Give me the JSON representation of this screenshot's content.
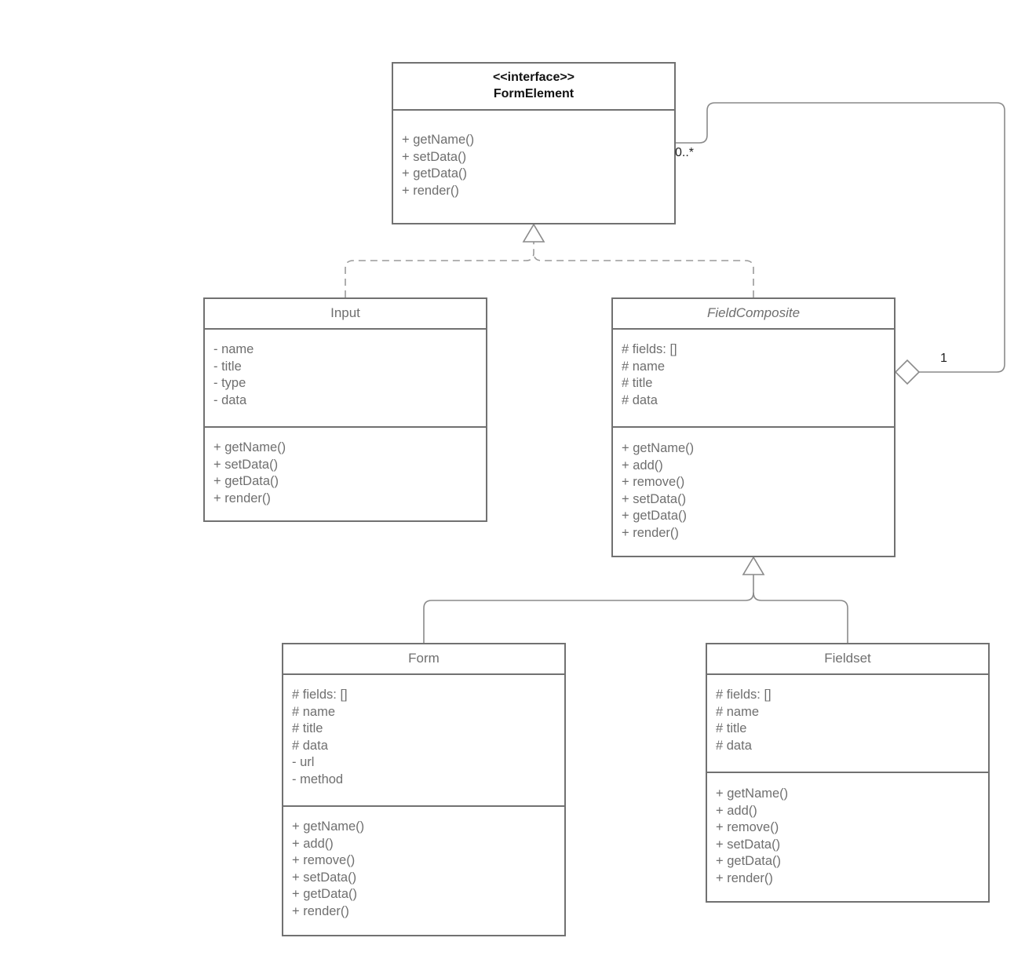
{
  "diagram": {
    "interface": {
      "stereotype": "<<interface>>",
      "name": "FormElement",
      "methods": [
        "+ getName()",
        "+ setData()",
        "+ getData()",
        "+ render()"
      ]
    },
    "input": {
      "name": "Input",
      "attributes": [
        "- name",
        "- title",
        "- type",
        "- data"
      ],
      "methods": [
        "+ getName()",
        "+ setData()",
        "+ getData()",
        "+ render()"
      ]
    },
    "field_composite": {
      "name": "FieldComposite",
      "attributes": [
        "# fields: []",
        "# name",
        "# title",
        "# data"
      ],
      "methods": [
        "+ getName()",
        "+ add()",
        "+ remove()",
        "+ setData()",
        "+ getData()",
        "+ render()"
      ]
    },
    "form": {
      "name": "Form",
      "attributes": [
        "# fields: []",
        "# name",
        "# title",
        "# data",
        "- url",
        "- method"
      ],
      "methods": [
        "+ getName()",
        "+ add()",
        "+ remove()",
        "+ setData()",
        "+ getData()",
        "+ render()"
      ]
    },
    "fieldset": {
      "name": "Fieldset",
      "attributes": [
        "# fields: []",
        "# name",
        "# title",
        "# data"
      ],
      "methods": [
        "+ getName()",
        "+ add()",
        "+ remove()",
        "+ setData()",
        "+ getData()",
        "+ render()"
      ]
    },
    "aggregation": {
      "multiplicity_many": "0..*",
      "multiplicity_one": "1"
    }
  },
  "colors": {
    "border": "#717171",
    "text": "#6f6f6f",
    "interface_text": "#111111",
    "connector": "#8a8a8a"
  }
}
